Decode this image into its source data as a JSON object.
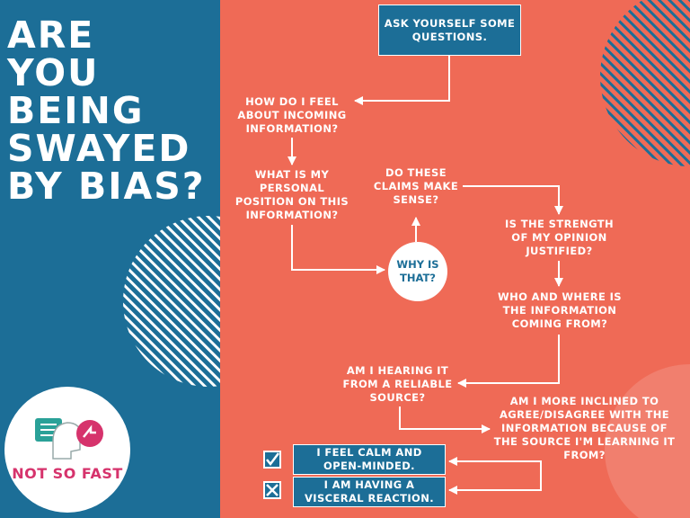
{
  "title": "ARE\nYOU\nBEING\nSWAYED\nBY BIAS?",
  "logo": {
    "text": "NOT SO FAST"
  },
  "nodes": {
    "start": "ASK YOURSELF SOME\nQUESTIONS.",
    "q1": "HOW DO I FEEL\nABOUT INCOMING\nINFORMATION?",
    "q2": "WHAT IS MY\nPERSONAL\nPOSITION ON THIS\nINFORMATION?",
    "why": "WHY IS\nTHAT?",
    "q3": "DO THESE\nCLAIMS MAKE\nSENSE?",
    "q4": "IS THE STRENGTH\nOF MY OPINION\nJUSTIFIED?",
    "q5": "WHO AND WHERE IS\nTHE INFORMATION\nCOMING FROM?",
    "q6": "AM I HEARING IT\nFROM A RELIABLE\nSOURCE?",
    "q7": "AM I MORE INCLINED TO\nAGREE/DISAGREE WITH THE\nINFORMATION BECAUSE OF\nTHE SOURCE I'M LEARNING IT\nFROM?",
    "calm": "I FEEL CALM AND\nOPEN-MINDED.",
    "visceral": "I AM HAVING A\nVISCERAL REACTION."
  },
  "colors": {
    "blue": "#1c6e97",
    "coral": "#ef6a56",
    "white": "#ffffff",
    "brand_pink": "#d6336c",
    "brand_teal": "#2aa198"
  },
  "icons": {
    "calm": "checkbox-check-icon",
    "visceral": "checkbox-x-icon"
  }
}
